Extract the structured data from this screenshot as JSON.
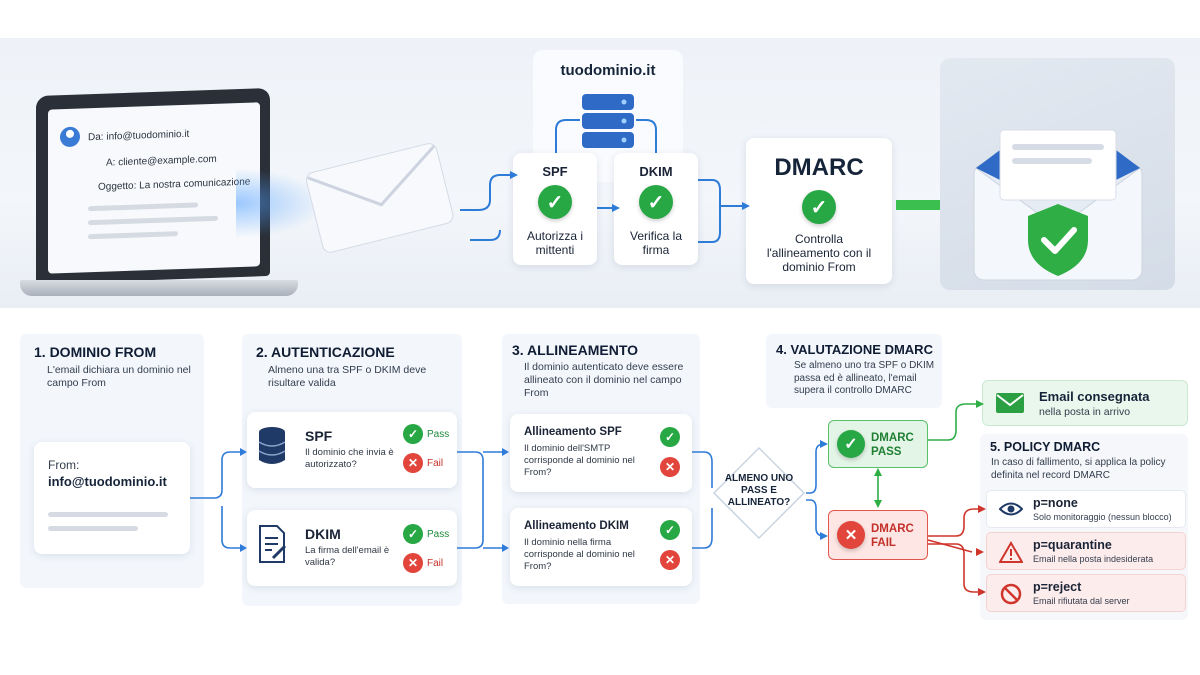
{
  "top": {
    "email": {
      "from_label": "Da:",
      "from_value": "info@tuodominio.it",
      "to_label": "A:",
      "to_value": "cliente@example.com",
      "subject_label": "Oggetto:",
      "subject_value": "La nostra comunicazione"
    },
    "domain_title": "tuodominio.it",
    "spf": {
      "title": "SPF",
      "desc": "Autorizza i mittenti"
    },
    "dkim": {
      "title": "DKIM",
      "desc": "Verifica la firma"
    },
    "dmarc": {
      "title": "DMARC",
      "desc": "Controlla l'allineamento con il dominio From"
    }
  },
  "steps": {
    "s1": {
      "title": "1. DOMINIO FROM",
      "desc": "L'email dichiara un dominio nel campo From",
      "from_label": "From:",
      "from_value": "info@tuodominio.it"
    },
    "s2": {
      "title": "2. AUTENTICAZIONE",
      "desc": "Almeno una tra SPF o DKIM deve risultare valida",
      "spf_title": "SPF",
      "spf_desc": "Il dominio che invia è autorizzato?",
      "dkim_title": "DKIM",
      "dkim_desc": "La firma dell'email è valida?",
      "pass": "Pass",
      "fail": "Fail"
    },
    "s3": {
      "title": "3. ALLINEAMENTO",
      "desc": "Il dominio autenticato deve essere allineato con il dominio nel campo From",
      "spf_title": "Allineamento SPF",
      "spf_desc": "Il dominio dell'SMTP corrisponde al dominio nel From?",
      "dkim_title": "Allineamento DKIM",
      "dkim_desc": "Il dominio nella firma corrisponde al dominio nel From?"
    },
    "decision": "ALMENO UNO PASS E ALLINEATO?",
    "s4": {
      "title": "4. VALUTAZIONE DMARC",
      "desc": "Se almeno uno tra SPF o DKIM passa ed è allineato, l'email supera il controllo DMARC",
      "pass_label": "DMARC PASS",
      "fail_label": "DMARC FAIL"
    },
    "delivered": {
      "title": "Email consegnata",
      "desc": "nella posta in arrivo"
    },
    "s5": {
      "title": "5. POLICY DMARC",
      "desc": "In caso di fallimento, si applica la policy definita nel record DMARC",
      "policies": [
        {
          "name": "p=none",
          "desc": "Solo monitoraggio (nessun blocco)",
          "icon": "eye-icon"
        },
        {
          "name": "p=quarantine",
          "desc": "Email nella posta indesiderata",
          "icon": "warning-icon"
        },
        {
          "name": "p=reject",
          "desc": "Email rifiutata dal server",
          "icon": "block-icon"
        }
      ]
    }
  },
  "colors": {
    "pass": "#28a745",
    "fail": "#e2453c",
    "accent": "#1f6fd6",
    "title": "#0f1c33"
  }
}
